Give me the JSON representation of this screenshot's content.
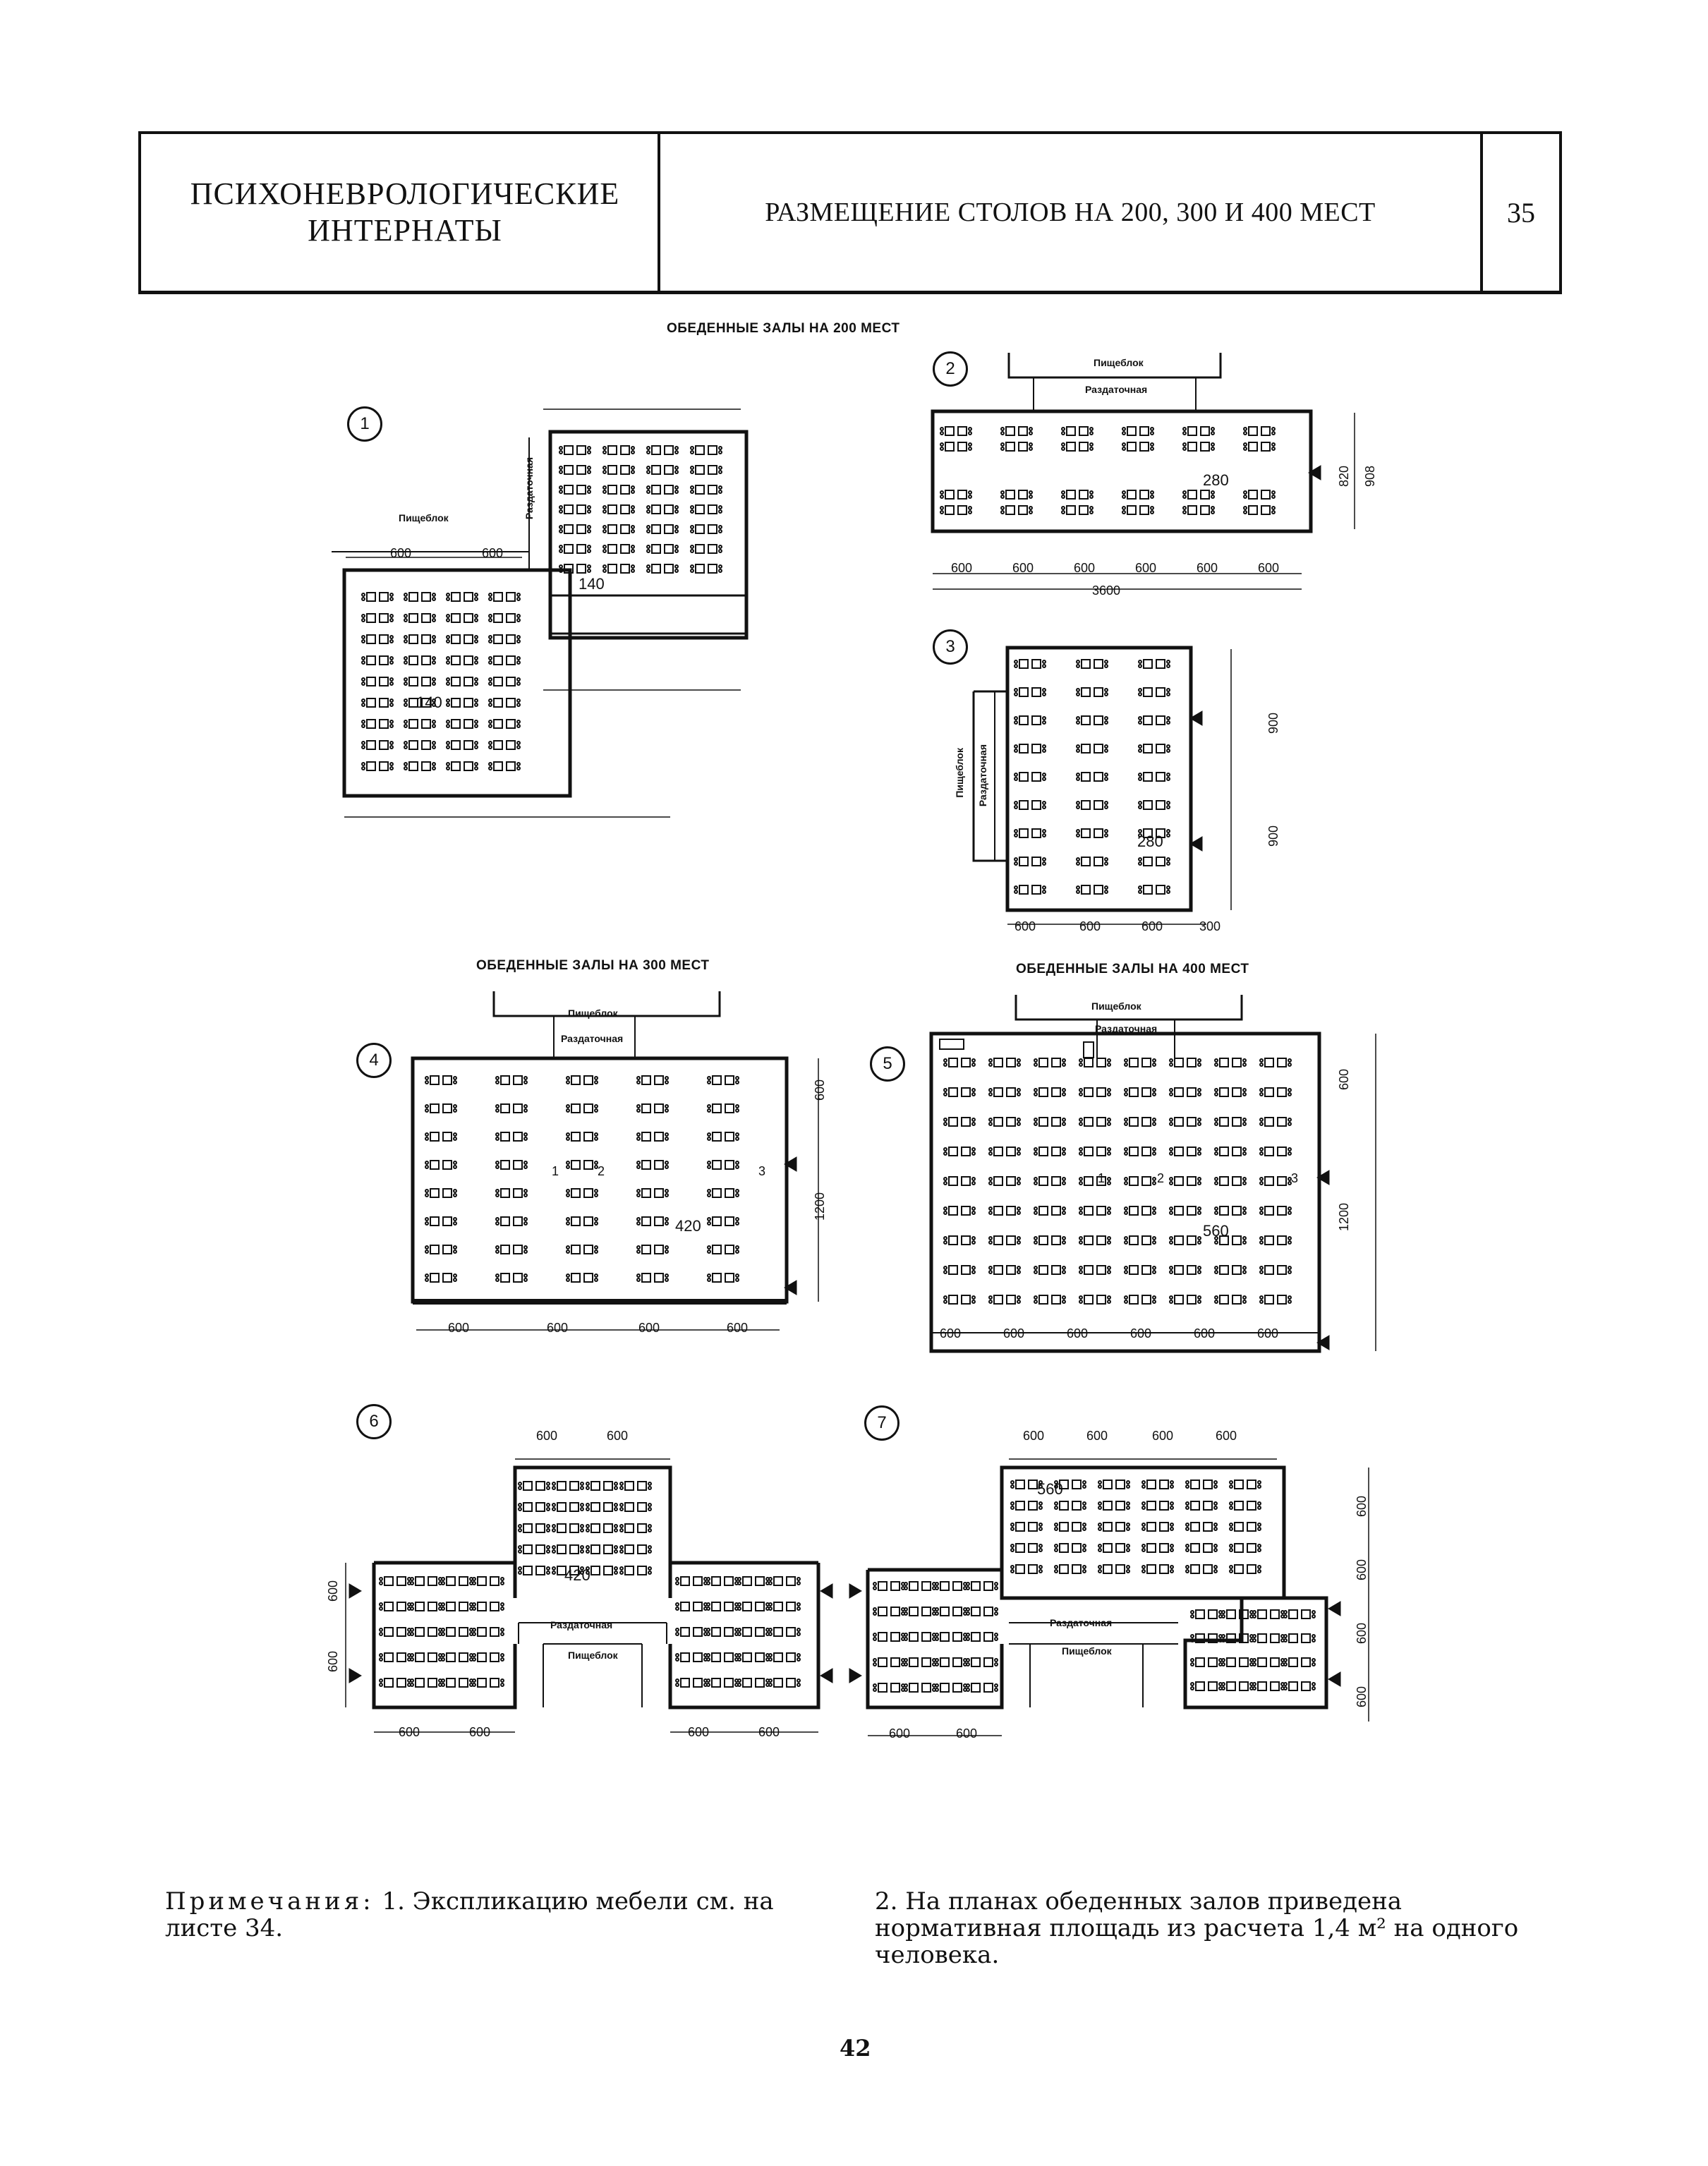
{
  "header": {
    "section": "ПСИХОНЕВРОЛОГИЧЕСКИЕ ИНТЕРНАТЫ",
    "title": "РАЗМЕЩЕНИЕ СТОЛОВ НА 200, 300 И 400 МЕСТ",
    "sheet_number": "35"
  },
  "captions": {
    "c200": "ОБЕДЕННЫЕ ЗАЛЫ НА 200 МЕСТ",
    "c300": "ОБЕДЕННЫЕ ЗАЛЫ НА 300 МЕСТ",
    "c400": "ОБЕДЕННЫЕ ЗАЛЫ НА 400 МЕСТ"
  },
  "plan_labels": {
    "kitchen": "Пищеблок",
    "serving": "Раздаточная"
  },
  "plans": [
    {
      "number": "1",
      "areas": [
        "140",
        "140"
      ],
      "dims": [
        "600",
        "600"
      ]
    },
    {
      "number": "2",
      "areas": [
        "280"
      ],
      "dims": [
        "600",
        "600",
        "600",
        "600",
        "600",
        "600"
      ],
      "total": "3600",
      "side_dims": [
        "820",
        "908"
      ]
    },
    {
      "number": "3",
      "areas": [
        "280"
      ],
      "dims": [
        "600",
        "600",
        "600",
        "300"
      ],
      "side_dims": [
        "900",
        "900"
      ]
    },
    {
      "number": "4",
      "areas": [
        "420"
      ],
      "dims": [
        "600",
        "600",
        "600",
        "600"
      ],
      "side_dims": [
        "600",
        "1200"
      ],
      "callouts": [
        "1",
        "2",
        "3"
      ]
    },
    {
      "number": "5",
      "areas": [
        "560"
      ],
      "dims": [
        "600",
        "600",
        "600",
        "600",
        "600",
        "600"
      ],
      "side_dims": [
        "600",
        "1200"
      ],
      "callouts": [
        "1",
        "2",
        "3"
      ]
    },
    {
      "number": "6",
      "areas": [
        "420"
      ],
      "dims_top": [
        "600",
        "600"
      ],
      "dims_left": [
        "600",
        "600"
      ],
      "dims_right": [
        "600",
        "600"
      ],
      "side_dims": [
        "600",
        "600"
      ]
    },
    {
      "number": "7",
      "areas": [
        "560"
      ],
      "dims_top": [
        "600",
        "600",
        "600",
        "600"
      ],
      "dims_left": [
        "600",
        "600"
      ],
      "side_dims": [
        "600",
        "600",
        "600",
        "600"
      ]
    }
  ],
  "notes": {
    "heading": "Примечания:",
    "note1": "1. Экспликацию мебели см. на листе 34.",
    "note2": "2. На планах обеденных залов приведена нормативная площадь из расчета 1,4 м² на одного человека."
  },
  "page_number": "42"
}
